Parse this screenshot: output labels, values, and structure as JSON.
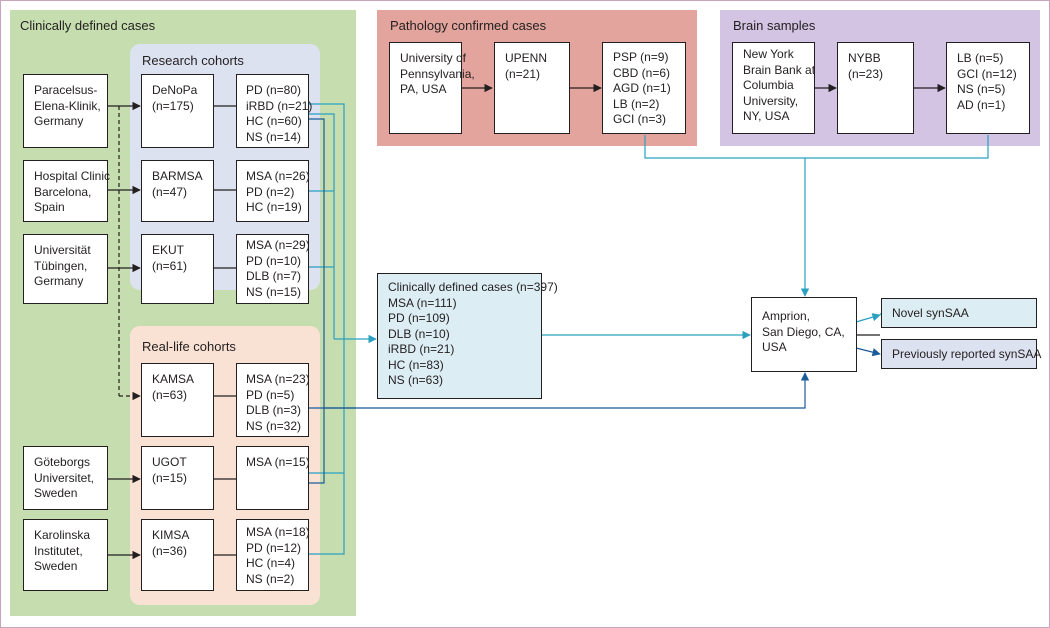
{
  "colors": {
    "clinical_bg": "#c6deaf",
    "pathology_bg": "#e2a49c",
    "brain_bg": "#d2c4e2",
    "research_bg": "#dde2f0",
    "reallife_bg": "#f9e2d4",
    "summary_bg": "#dcedf4",
    "teal_line": "#2aa0c0",
    "blue_line": "#1b5b99"
  },
  "panels": {
    "clinical": "Clinically defined cases",
    "research": "Research cohorts",
    "reallife": "Real-life cohorts",
    "pathology": "Pathology confirmed cases",
    "brain": "Brain samples"
  },
  "sites": {
    "paracelsus": [
      "Paracelsus-",
      "Elena-Klinik,",
      "Germany"
    ],
    "barcelona": [
      "Hospital Clinic",
      "Barcelona,",
      "Spain"
    ],
    "tubingen": [
      "Universität",
      "Tübingen,",
      "Germany"
    ],
    "goteborg": [
      "Göteborgs",
      "Universitet,",
      "Sweden"
    ],
    "karolinska": [
      "Karolinska",
      "Institutet,",
      "Sweden"
    ]
  },
  "cohorts": {
    "denopa": [
      "DeNoPa",
      "(n=175)"
    ],
    "barmsa": [
      "BARMSA",
      "(n=47)"
    ],
    "ekut": [
      "EKUT",
      "(n=61)"
    ],
    "kamsa": [
      "KAMSA",
      "(n=63)"
    ],
    "ugot": [
      "UGOT",
      "(n=15)"
    ],
    "kimsa": [
      "KIMSA",
      "(n=36)"
    ]
  },
  "counts": {
    "denopa": [
      "PD (n=80)",
      "iRBD (n=21)",
      "HC (n=60)",
      "NS (n=14)"
    ],
    "barmsa": [
      "MSA (n=26)",
      "PD (n=2)",
      "HC (n=19)"
    ],
    "ekut": [
      "MSA (n=29)",
      "PD (n=10)",
      "DLB (n=7)",
      "NS (n=15)"
    ],
    "kamsa": [
      "MSA (n=23)",
      "PD (n=5)",
      "DLB (n=3)",
      "NS (n=32)"
    ],
    "ugot": [
      "MSA (n=15)"
    ],
    "kimsa": [
      "MSA (n=18)",
      "PD (n=12)",
      "HC (n=4)",
      "NS (n=2)"
    ]
  },
  "pathology": {
    "upenn_site": [
      "University of",
      "Pennsylvania,",
      "PA, USA"
    ],
    "upenn": [
      "UPENN",
      "(n=21)"
    ],
    "counts": [
      "PSP (n=9)",
      "CBD (n=6)",
      "AGD (n=1)",
      "LB (n=2)",
      "GCI (n=3)"
    ]
  },
  "brain": {
    "nybb_site": [
      "New York",
      "Brain Bank at",
      "Columbia",
      "University,",
      "NY, USA"
    ],
    "nybb": [
      "NYBB",
      "(n=23)"
    ],
    "counts": [
      "LB (n=5)",
      "GCI (n=12)",
      "NS (n=5)",
      "AD (n=1)"
    ]
  },
  "summary": [
    "Clinically defined cases (n=397)",
    "MSA (n=111)",
    "PD (n=109)",
    "DLB (n=10)",
    "iRBD (n=21)",
    "HC (n=83)",
    "NS (n=63)"
  ],
  "amprion": [
    "Amprion,",
    "San Diego, CA,",
    "USA"
  ],
  "outputs": {
    "novel": "Novel synSAA",
    "previous": "Previously reported synSAA"
  }
}
